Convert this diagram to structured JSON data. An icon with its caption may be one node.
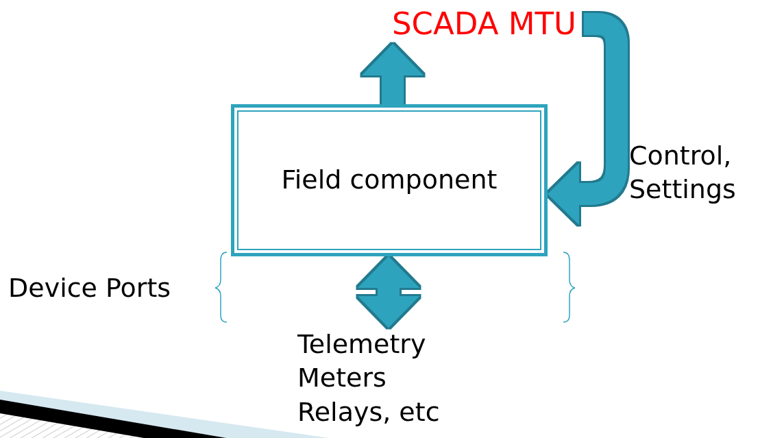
{
  "diagram": {
    "nodes": [
      {
        "text": [
          "Field component"
        ]
      },
      {
        "text": [
          "SCADA MTU"
        ]
      },
      {
        "text": [
          "Telemetry Meters Relays, etc"
        ]
      }
    ],
    "edges": [
      {
        "from": 0,
        "to": 1,
        "arrow": "to"
      },
      {
        "from": 1,
        "to": 0,
        "arrow": "to",
        "label": "Control, Settings"
      },
      {
        "from": 0,
        "to": 2,
        "arrow": "both"
      }
    ],
    "labels": [
      "Device Ports"
    ]
  }
}
